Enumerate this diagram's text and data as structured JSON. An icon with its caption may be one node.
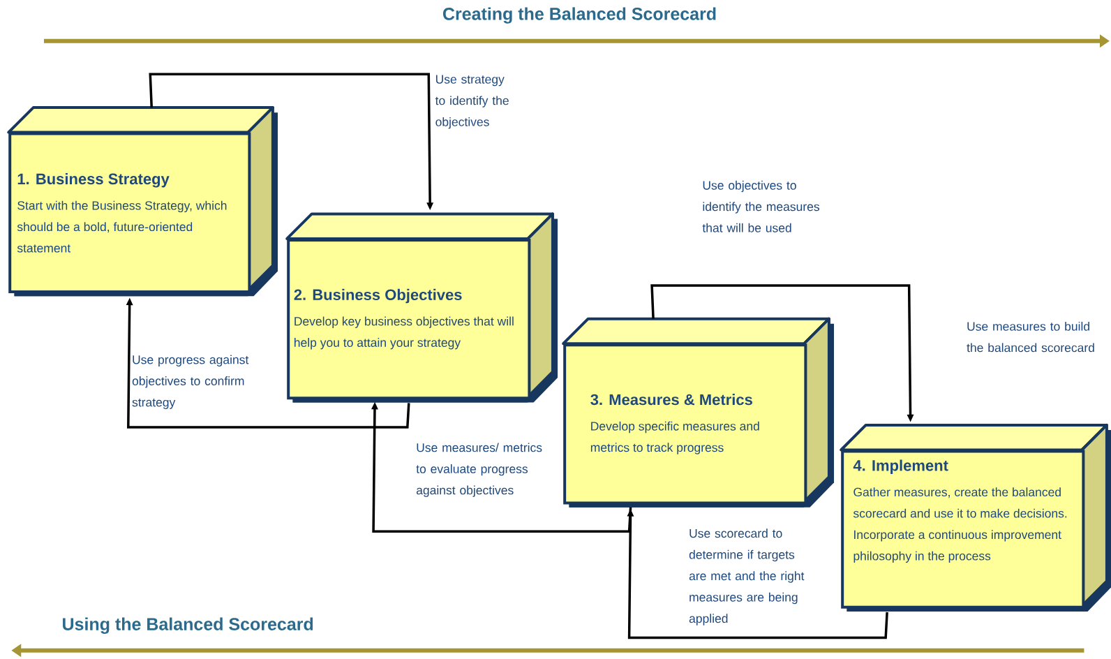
{
  "diagram": {
    "nodes": [
      {
        "text": [
          "1. Business Strategy",
          "Start with the Business Strategy, which should be a bold, future-oriented statement"
        ]
      },
      {
        "text": [
          "2. Business Objectives",
          "Develop key business objectives that will help you to attain your strategy"
        ]
      },
      {
        "text": [
          "3. Measures & Metrics",
          "Develop specific measures and metrics to track progress"
        ]
      },
      {
        "text": [
          "4. Implement",
          "Gather measures, create the balanced scorecard and use it to make decisions.  Incorporate a continuous improvement philosophy in the process"
        ]
      }
    ],
    "edges": [
      {
        "from": 0,
        "to": 1,
        "arrow": "to",
        "label": "Use strategy to identify the objectives"
      },
      {
        "from": 1,
        "to": 0,
        "arrow": "to",
        "label": "Use progress against objectives to confirm strategy"
      },
      {
        "from": 2,
        "to": 3,
        "arrow": "to",
        "label": "Use objectives to identify the measures that will be used"
      },
      {
        "from": 2,
        "to": 1,
        "arrow": "to",
        "label": "Use measures/ metrics to evaluate progress against objectives"
      },
      {
        "from": 3,
        "to": 2,
        "arrow": "to",
        "label": "Use scorecard to determine if targets are met and the right measures are being applied"
      }
    ],
    "labels": [
      "Creating the Balanced Scorecard",
      "Use measures to build the balanced scorecard",
      "Using the Balanced Scorecard"
    ]
  }
}
